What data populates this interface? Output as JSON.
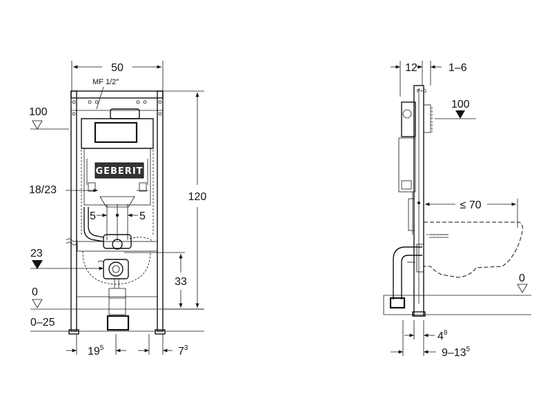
{
  "front_view": {
    "width_label": "50",
    "connection_label": "MF 1/2″",
    "level_100_label": "100",
    "brand_logo": "GEBERIT",
    "actuation_height_label": "18/23",
    "left_offset_label": "5",
    "right_offset_label": "5",
    "level_23_label": "23",
    "height_label": "120",
    "drain_height_label": "33",
    "floor_level_label": "0",
    "floor_range_label": "0–25",
    "bottom_left_label_base": "19",
    "bottom_left_label_sup": "5",
    "bottom_right_label_base": "7",
    "bottom_right_label_sup": "3"
  },
  "side_view": {
    "top_left_label": "12",
    "top_right_label": "1–6",
    "level_100_label": "100",
    "bowl_projection_label": "≤ 70",
    "floor_level_label": "0",
    "foot_label_base": "4",
    "foot_label_sup": "8",
    "depth_range_label_base": "9–13",
    "depth_range_label_sup": "5"
  }
}
